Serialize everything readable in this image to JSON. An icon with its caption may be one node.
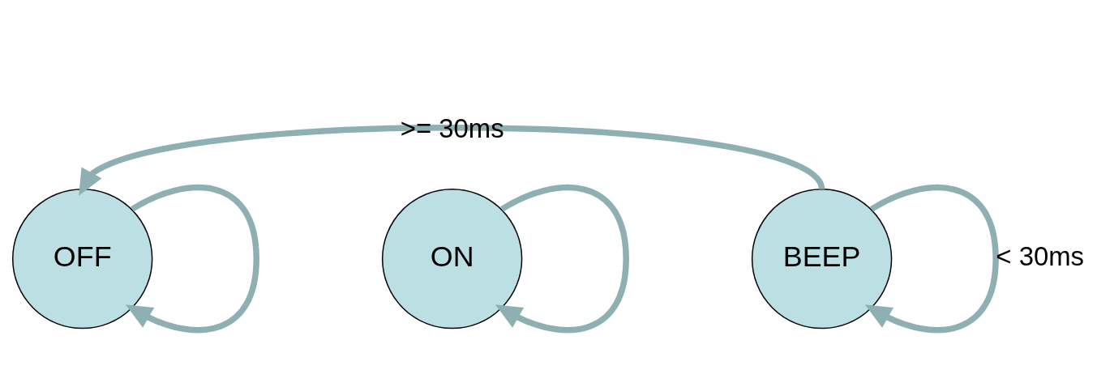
{
  "diagram": {
    "nodes": [
      {
        "text": [
          "OFF"
        ]
      },
      {
        "text": [
          "ON"
        ]
      },
      {
        "text": [
          "BEEP"
        ]
      }
    ],
    "edges": [
      {
        "from": 2,
        "to": 0,
        "arrow": "to",
        "label": ">= 30ms"
      },
      {
        "from": 0,
        "to": 0,
        "arrow": "to"
      },
      {
        "from": 1,
        "to": 1,
        "arrow": "to"
      },
      {
        "from": 2,
        "to": 2,
        "arrow": "to",
        "label": "< 30ms"
      }
    ]
  }
}
